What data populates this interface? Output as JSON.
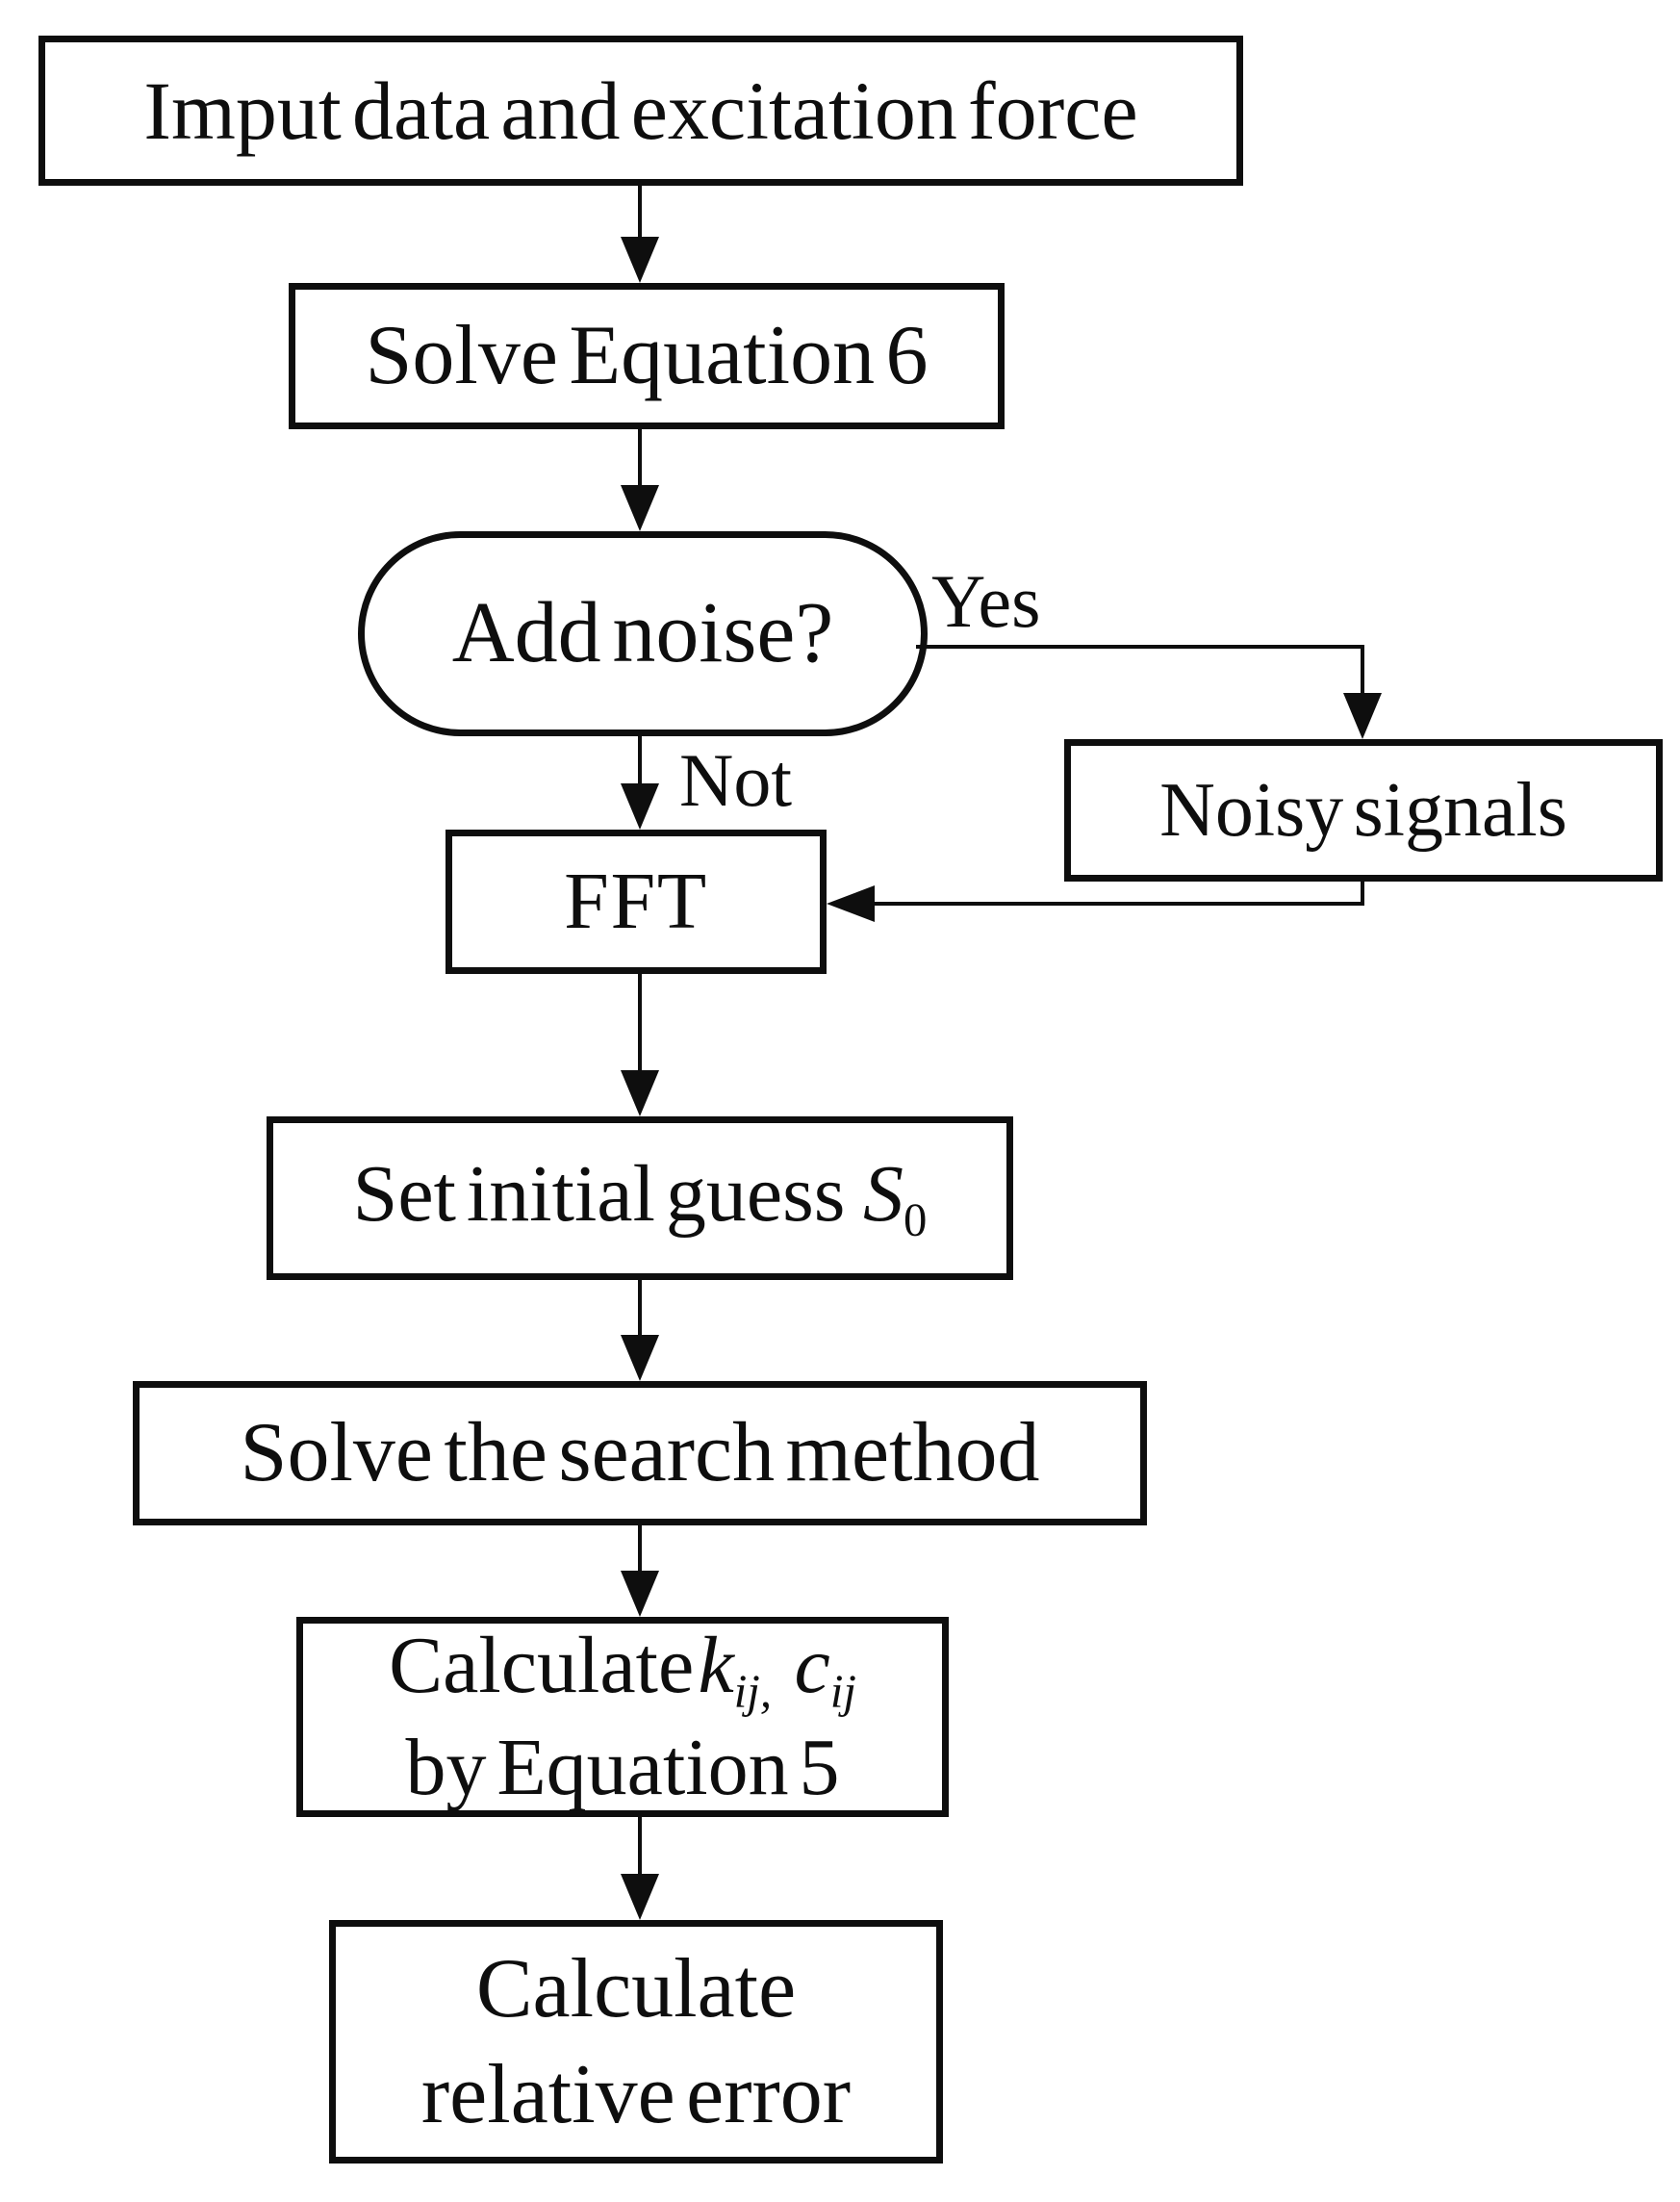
{
  "figure": {
    "type": "flowchart",
    "ink_color": "#0e0e0e",
    "background_color": "#ffffff"
  },
  "nodes": {
    "input": {
      "label": "Imput data and excitation force"
    },
    "solve_eq6": {
      "label": "Solve Equation 6"
    },
    "add_noise": {
      "label": "Add noise?"
    },
    "noisy_signals": {
      "label": "Noisy signals"
    },
    "fft": {
      "label": "FFT"
    },
    "set_initial": {
      "prefix": "Set initial guess",
      "var": "S",
      "sub": "0"
    },
    "search": {
      "label": "Solve the search method"
    },
    "calc_kc": {
      "prefix": "Calculate",
      "var1": "k",
      "sub1": "ij,",
      "var2": "c",
      "sub2": "ij",
      "line2": "by Equation 5"
    },
    "rel_err": {
      "line1": "Calculate",
      "line2": "relative error"
    }
  },
  "edge_labels": {
    "yes": "Yes",
    "not": "Not"
  }
}
